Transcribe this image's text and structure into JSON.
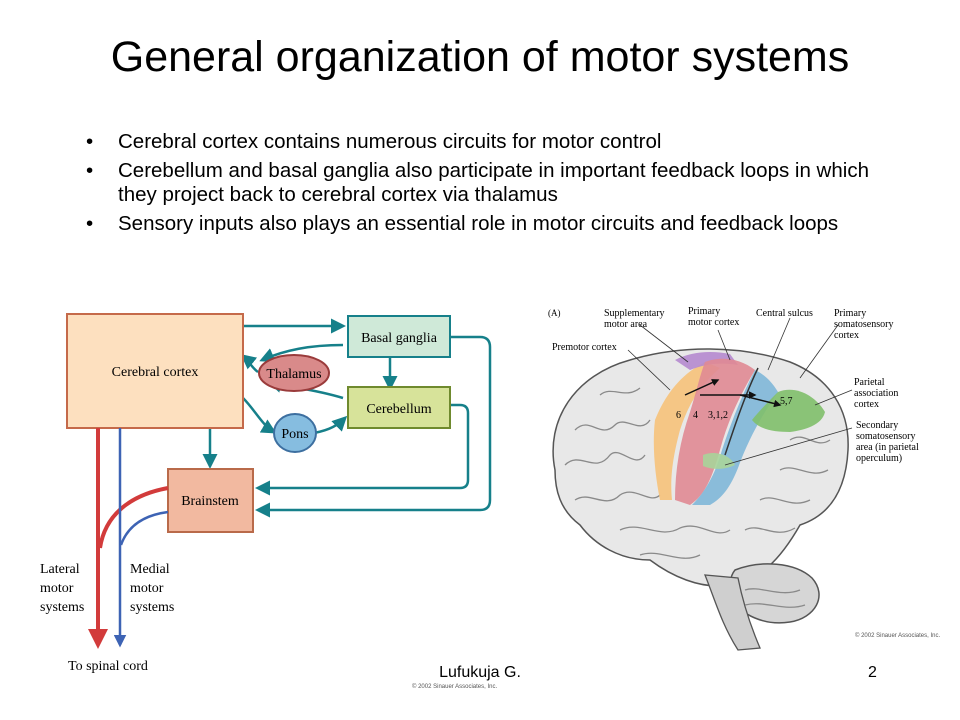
{
  "slide": {
    "title": "General organization of motor systems",
    "bullets": [
      "Cerebral cortex contains numerous circuits for motor control",
      "Cerebellum and basal ganglia also participate in important feedback loops in which they project back to cerebral cortex via thalamus",
      "Sensory inputs also plays an essential role in motor circuits and feedback loops"
    ],
    "footer_name": "Lufukuja G.",
    "page_number": "2"
  },
  "flow_diagram": {
    "cerebral_cortex": "Cerebral cortex",
    "basal_ganglia": "Basal ganglia",
    "thalamus": "Thalamus",
    "cerebellum": "Cerebellum",
    "pons": "Pons",
    "brainstem": "Brainstem",
    "lateral": [
      "Lateral",
      "motor",
      "systems"
    ],
    "medial": [
      "Medial",
      "motor",
      "systems"
    ],
    "spinal_cord": "To spinal cord",
    "copyright": "© 2002 Sinauer Associates, Inc.",
    "colors": {
      "cortex_fill": "#fde0bf",
      "basal_fill": "#cfe9d8",
      "thalamus_fill": "#d98a8a",
      "cerebellum_fill": "#d7e39a",
      "pons_fill": "#86bde0",
      "brainstem_fill": "#f2b9a0",
      "arrow_teal": "#16808a",
      "arrow_red": "#d23b3b",
      "arrow_blue": "#3d63b4"
    }
  },
  "brain_figure": {
    "panel_label": "(A)",
    "labels": {
      "supplementary": [
        "Supplementary",
        "motor area"
      ],
      "primary_motor": [
        "Primary",
        "motor cortex"
      ],
      "central_sulcus": "Central sulcus",
      "primary_somato": [
        "Primary",
        "somatosensory",
        "cortex"
      ],
      "premotor": "Premotor cortex",
      "parietal": [
        "Parietal",
        "association",
        "cortex"
      ],
      "secondary": [
        "Secondary",
        "somatosensory",
        "area (in parietal",
        "operculum)"
      ]
    },
    "area_numbers": [
      "6",
      "4",
      "3,1,2",
      "5,7"
    ],
    "copyright": "© 2002 Sinauer Associates, Inc."
  }
}
